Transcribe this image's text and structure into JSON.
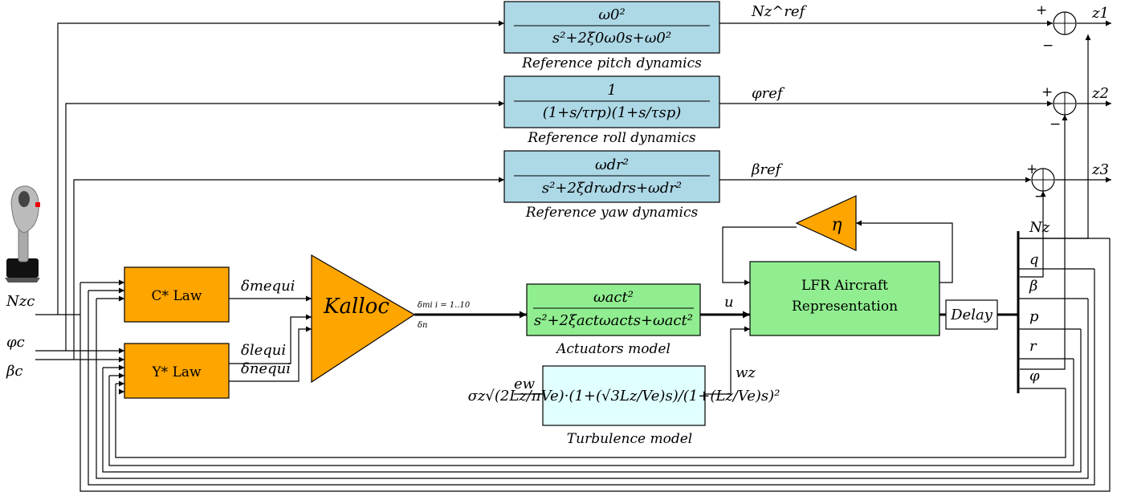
{
  "colors": {
    "reference_block": "#add8e6",
    "controller_block": "#ffa500",
    "green_block": "#90ee90",
    "turbulence_block": "#e0ffff"
  },
  "references": [
    {
      "tf_num": "ω0²",
      "tf_den": "s²+2ξ0ω0s+ω0²",
      "caption": "Reference pitch dynamics",
      "out_signal": "Nz^ref",
      "plus": "+",
      "minus": "−",
      "z": "z1"
    },
    {
      "tf_num": "1",
      "tf_den": "(1+s/τrp)(1+s/τsp)",
      "caption": "Reference roll dynamics",
      "out_signal": "φref",
      "plus": "+",
      "minus": "−",
      "z": "z2"
    },
    {
      "tf_num": "ωdr²",
      "tf_den": "s²+2ξdrωdrs+ωdr²",
      "caption": "Reference yaw dynamics",
      "out_signal": "βref",
      "plus": "+",
      "minus": "−",
      "z": "z3"
    }
  ],
  "inputs": {
    "nz": "Nzc",
    "phi": "φc",
    "beta": "βc"
  },
  "controllers": {
    "cstar": {
      "label": "C* Law",
      "out": "δmequi"
    },
    "ystar": {
      "label": "Y* Law",
      "out1": "δlequi",
      "out2": "δnequi"
    }
  },
  "kalloc": {
    "label": "Kalloc",
    "out_top": "δmi i = 1..10",
    "out_bottom": "δn"
  },
  "actuators": {
    "tf_num": "ωact²",
    "tf_den": "s²+2ξactωacts+ωact²",
    "caption": "Actuators model",
    "out": "u"
  },
  "turbulence": {
    "tf": "σz√(2Lz/πVe)·(1+(√3Lz/Ve)s)/(1+(Lz/Ve)s)²",
    "caption": "Turbulence model",
    "in": "ew",
    "out": "wz"
  },
  "aircraft": {
    "line1": "LFR Aircraft",
    "line2": "Representation"
  },
  "eta": {
    "label": "η"
  },
  "delay": {
    "label": "Delay"
  },
  "outputs": [
    "Nz",
    "q",
    "β",
    "p",
    "r",
    "φ"
  ]
}
